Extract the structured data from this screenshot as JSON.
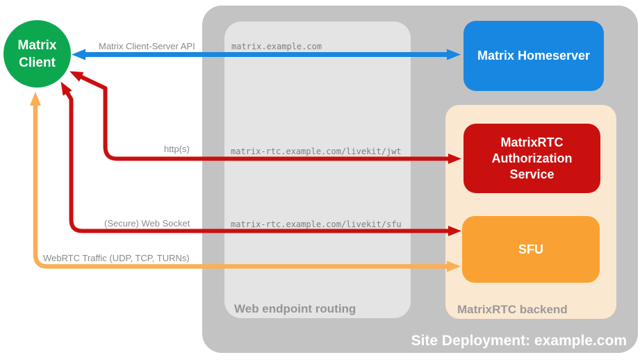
{
  "colors": {
    "client_green": "#0DA750",
    "homeserver_blue": "#1887E2",
    "service_red": "#C9100F",
    "sfu_orange": "#F9A233",
    "webrtc_arrow_orange": "#FAAE55",
    "site_container_gray": "#C3C3C3",
    "routing_box_gray": "#E4E4E4",
    "backend_peach": "#FBE8D0",
    "edge_label_gray": "#8A8A8A",
    "url_text_gray": "#7E7E7E",
    "routing_label_gray": "#949494",
    "backend_label_gray": "#9A9A9A"
  },
  "nodes": {
    "client": {
      "label": "Matrix Client"
    },
    "homeserver": {
      "label": "Matrix Homeserver"
    },
    "auth_service": {
      "label": "MatrixRTC Authorization Service"
    },
    "sfu": {
      "label": "SFU"
    }
  },
  "containers": {
    "site": {
      "label": "Site Deployment: example.com"
    },
    "routing": {
      "label": "Web endpoint routing"
    },
    "backend": {
      "label": "MatrixRTC backend"
    }
  },
  "edges": {
    "cs_api": {
      "label": "Matrix Client-Server API",
      "endpoint": "matrix.example.com",
      "from": "Matrix Client",
      "to": "Matrix Homeserver"
    },
    "jwt": {
      "label": "http(s)",
      "endpoint": "matrix-rtc.example.com/livekit/jwt",
      "from": "Matrix Client",
      "to": "MatrixRTC Authorization Service"
    },
    "ws": {
      "label": "(Secure) Web Socket",
      "endpoint": "matrix-rtc.example.com/livekit/sfu",
      "from": "Matrix Client",
      "to": "SFU"
    },
    "webrtc": {
      "label": "WebRTC Traffic (UDP, TCP, TURNs)",
      "from": "Matrix Client",
      "to": "SFU"
    }
  }
}
